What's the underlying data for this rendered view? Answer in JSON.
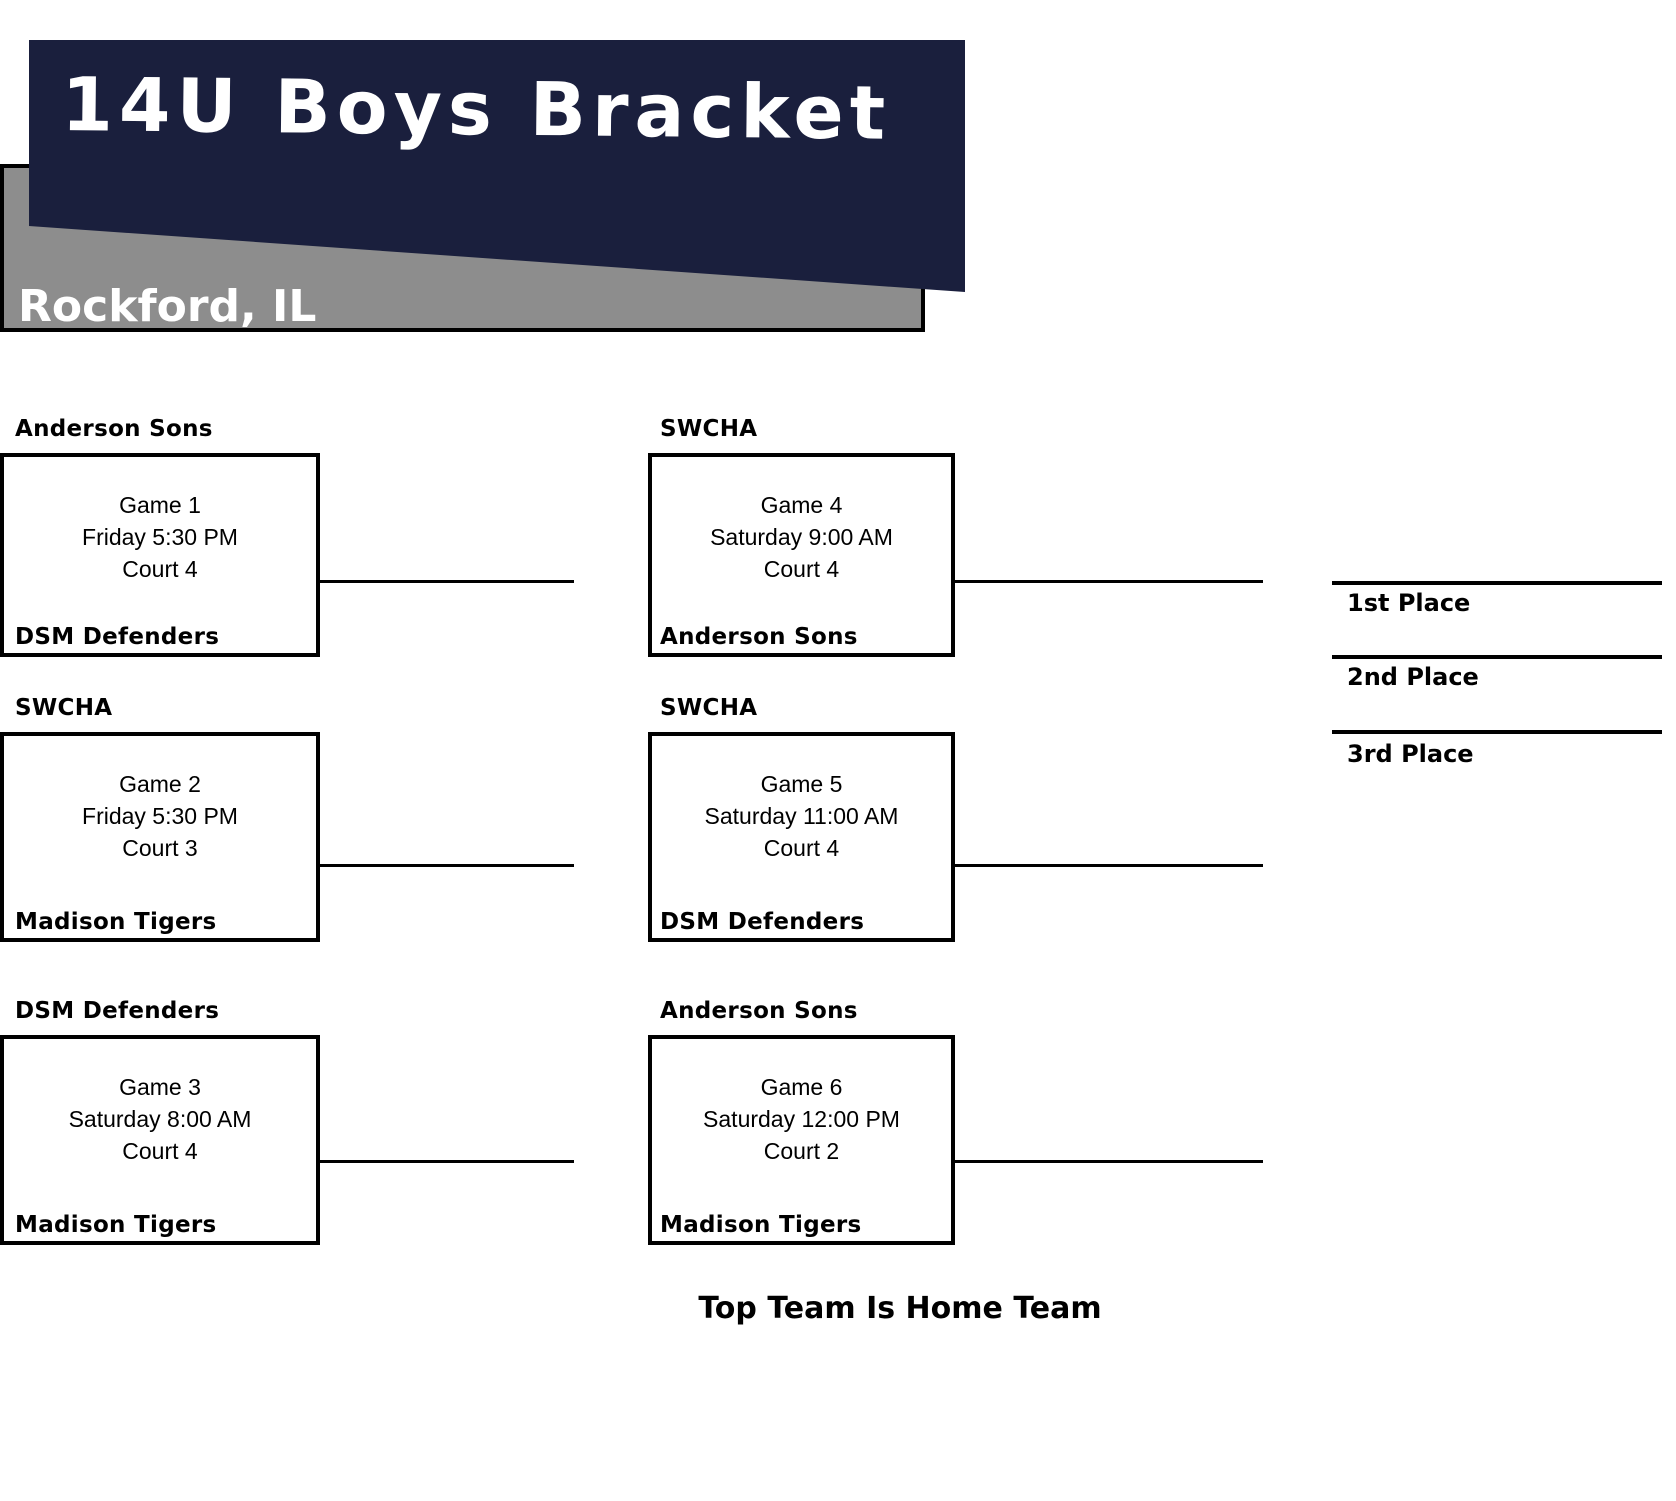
{
  "header": {
    "title": "14U Boys Bracket",
    "location": "Rockford, IL",
    "banner_navy": "#1a1f3d",
    "banner_gray": "#8d8d8d",
    "banner_border": "#000000"
  },
  "games": [
    {
      "name": "Game 1",
      "top_team": "Anderson Sons",
      "bottom_team": "DSM Defenders",
      "schedule": [
        "Game 1",
        "Friday 5:30 PM",
        "Court 4"
      ]
    },
    {
      "name": "Game 2",
      "top_team": "SWCHA",
      "bottom_team": "Madison Tigers",
      "schedule": [
        "Game 2",
        "Friday 5:30 PM",
        "Court 3"
      ]
    },
    {
      "name": "Game 3",
      "top_team": "DSM Defenders",
      "bottom_team": "Madison Tigers",
      "schedule": [
        "Game 3",
        "Saturday 8:00 AM",
        "Court 4"
      ]
    },
    {
      "name": "Game 4",
      "top_team": "SWCHA",
      "bottom_team": "Anderson Sons",
      "schedule": [
        "Game 4",
        "Saturday 9:00 AM",
        "Court 4"
      ]
    },
    {
      "name": "Game 5",
      "top_team": "SWCHA",
      "bottom_team": "DSM Defenders",
      "schedule": [
        "Game 5",
        "Saturday 11:00 AM",
        "Court 4"
      ]
    },
    {
      "name": "Game 6",
      "top_team": "Anderson Sons",
      "bottom_team": "Madison Tigers",
      "schedule": [
        "Game 6",
        "Saturday 12:00 PM",
        "Court 2"
      ]
    }
  ],
  "placements": [
    {
      "label": "1st Place"
    },
    {
      "label": "2nd Place"
    },
    {
      "label": "3rd Place"
    }
  ],
  "footer": {
    "note": "Top Team Is Home Team"
  }
}
